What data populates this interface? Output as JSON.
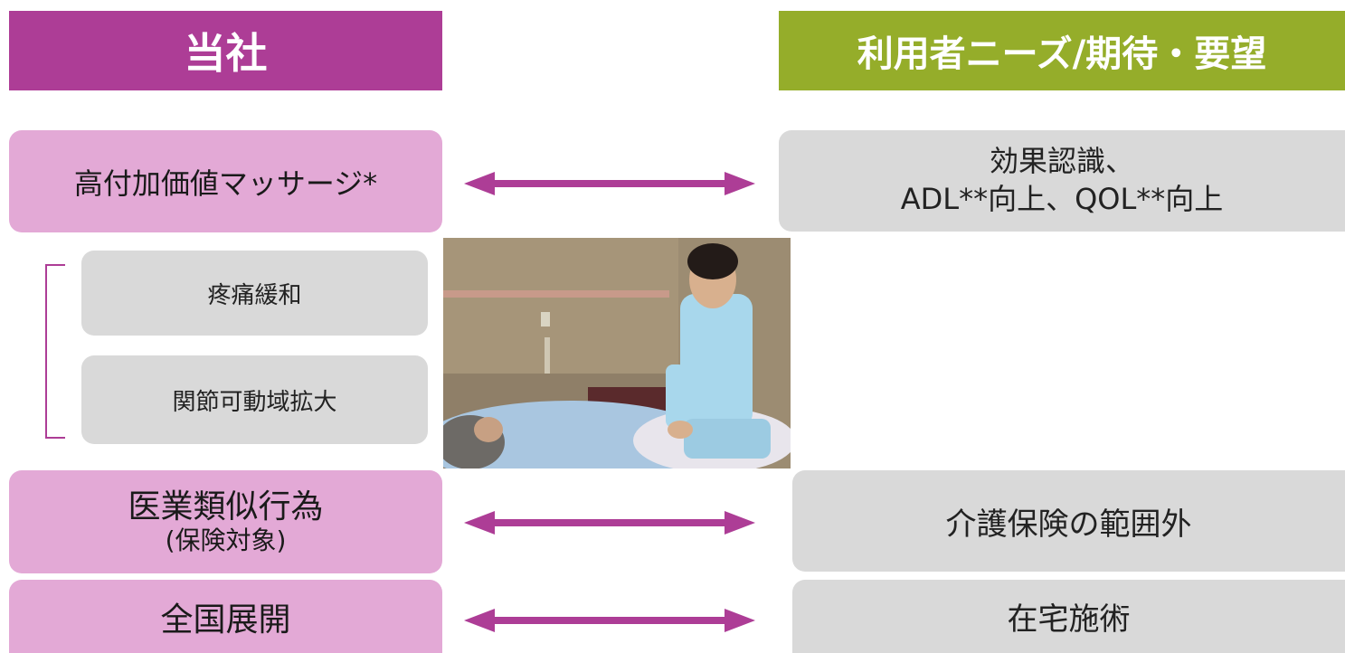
{
  "headers": {
    "left": "当社",
    "right": "利用者ニーズ/期待・要望"
  },
  "left": {
    "box1": "高付加価値マッサージ*",
    "sub1": "疼痛緩和",
    "sub2": "関節可動域拡大",
    "box2_main": "医業類似行為",
    "box2_sub": "(保険対象)",
    "box3": "全国展開"
  },
  "right": {
    "box1_line1": "効果認識、",
    "box1_line2": "ADL**向上、QOL**向上",
    "box2": "介護保険の範囲外",
    "box3": "在宅施術"
  },
  "colors": {
    "header_left": "#ad3d96",
    "header_right": "#95ad2a",
    "left_box": "#e3a9d6",
    "right_box": "#d9d9d9",
    "arrow": "#ad3d96"
  },
  "icons": [
    "double-arrow-icon"
  ]
}
